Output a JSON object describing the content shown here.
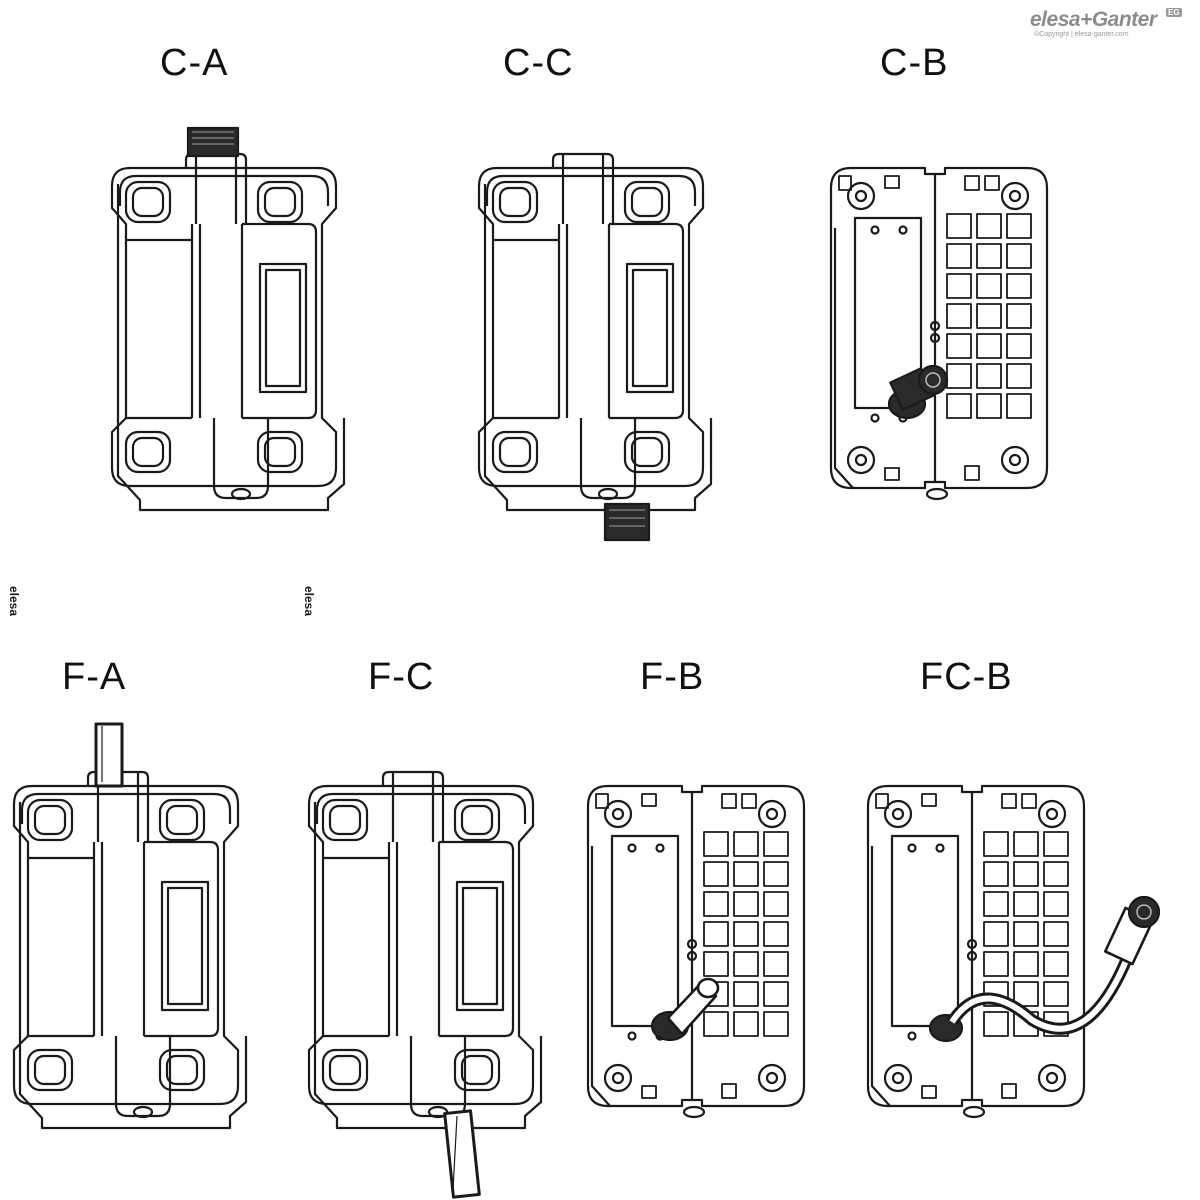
{
  "brand": {
    "name": "elesa+Ganter",
    "badge": "EG",
    "copyright": "©Copyright | elesa-ganter.com"
  },
  "variants": [
    {
      "id": "C-A",
      "label": "C-A",
      "view": "front",
      "connector": "connector-top"
    },
    {
      "id": "C-C",
      "label": "C-C",
      "view": "front",
      "connector": "connector-bottom"
    },
    {
      "id": "C-B",
      "label": "C-B",
      "view": "back",
      "connector": "connector-center"
    },
    {
      "id": "F-A",
      "label": "F-A",
      "view": "front",
      "connector": "cable-top"
    },
    {
      "id": "F-C",
      "label": "F-C",
      "view": "front",
      "connector": "cable-bottom"
    },
    {
      "id": "F-B",
      "label": "F-B",
      "view": "back",
      "connector": "cable-center"
    },
    {
      "id": "FC-B",
      "label": "FC-B",
      "view": "back",
      "connector": "cable-with-connector"
    }
  ],
  "colors": {
    "line": "#1a1a1a",
    "fill": "#ffffff",
    "connector": "#2a2a2a"
  }
}
